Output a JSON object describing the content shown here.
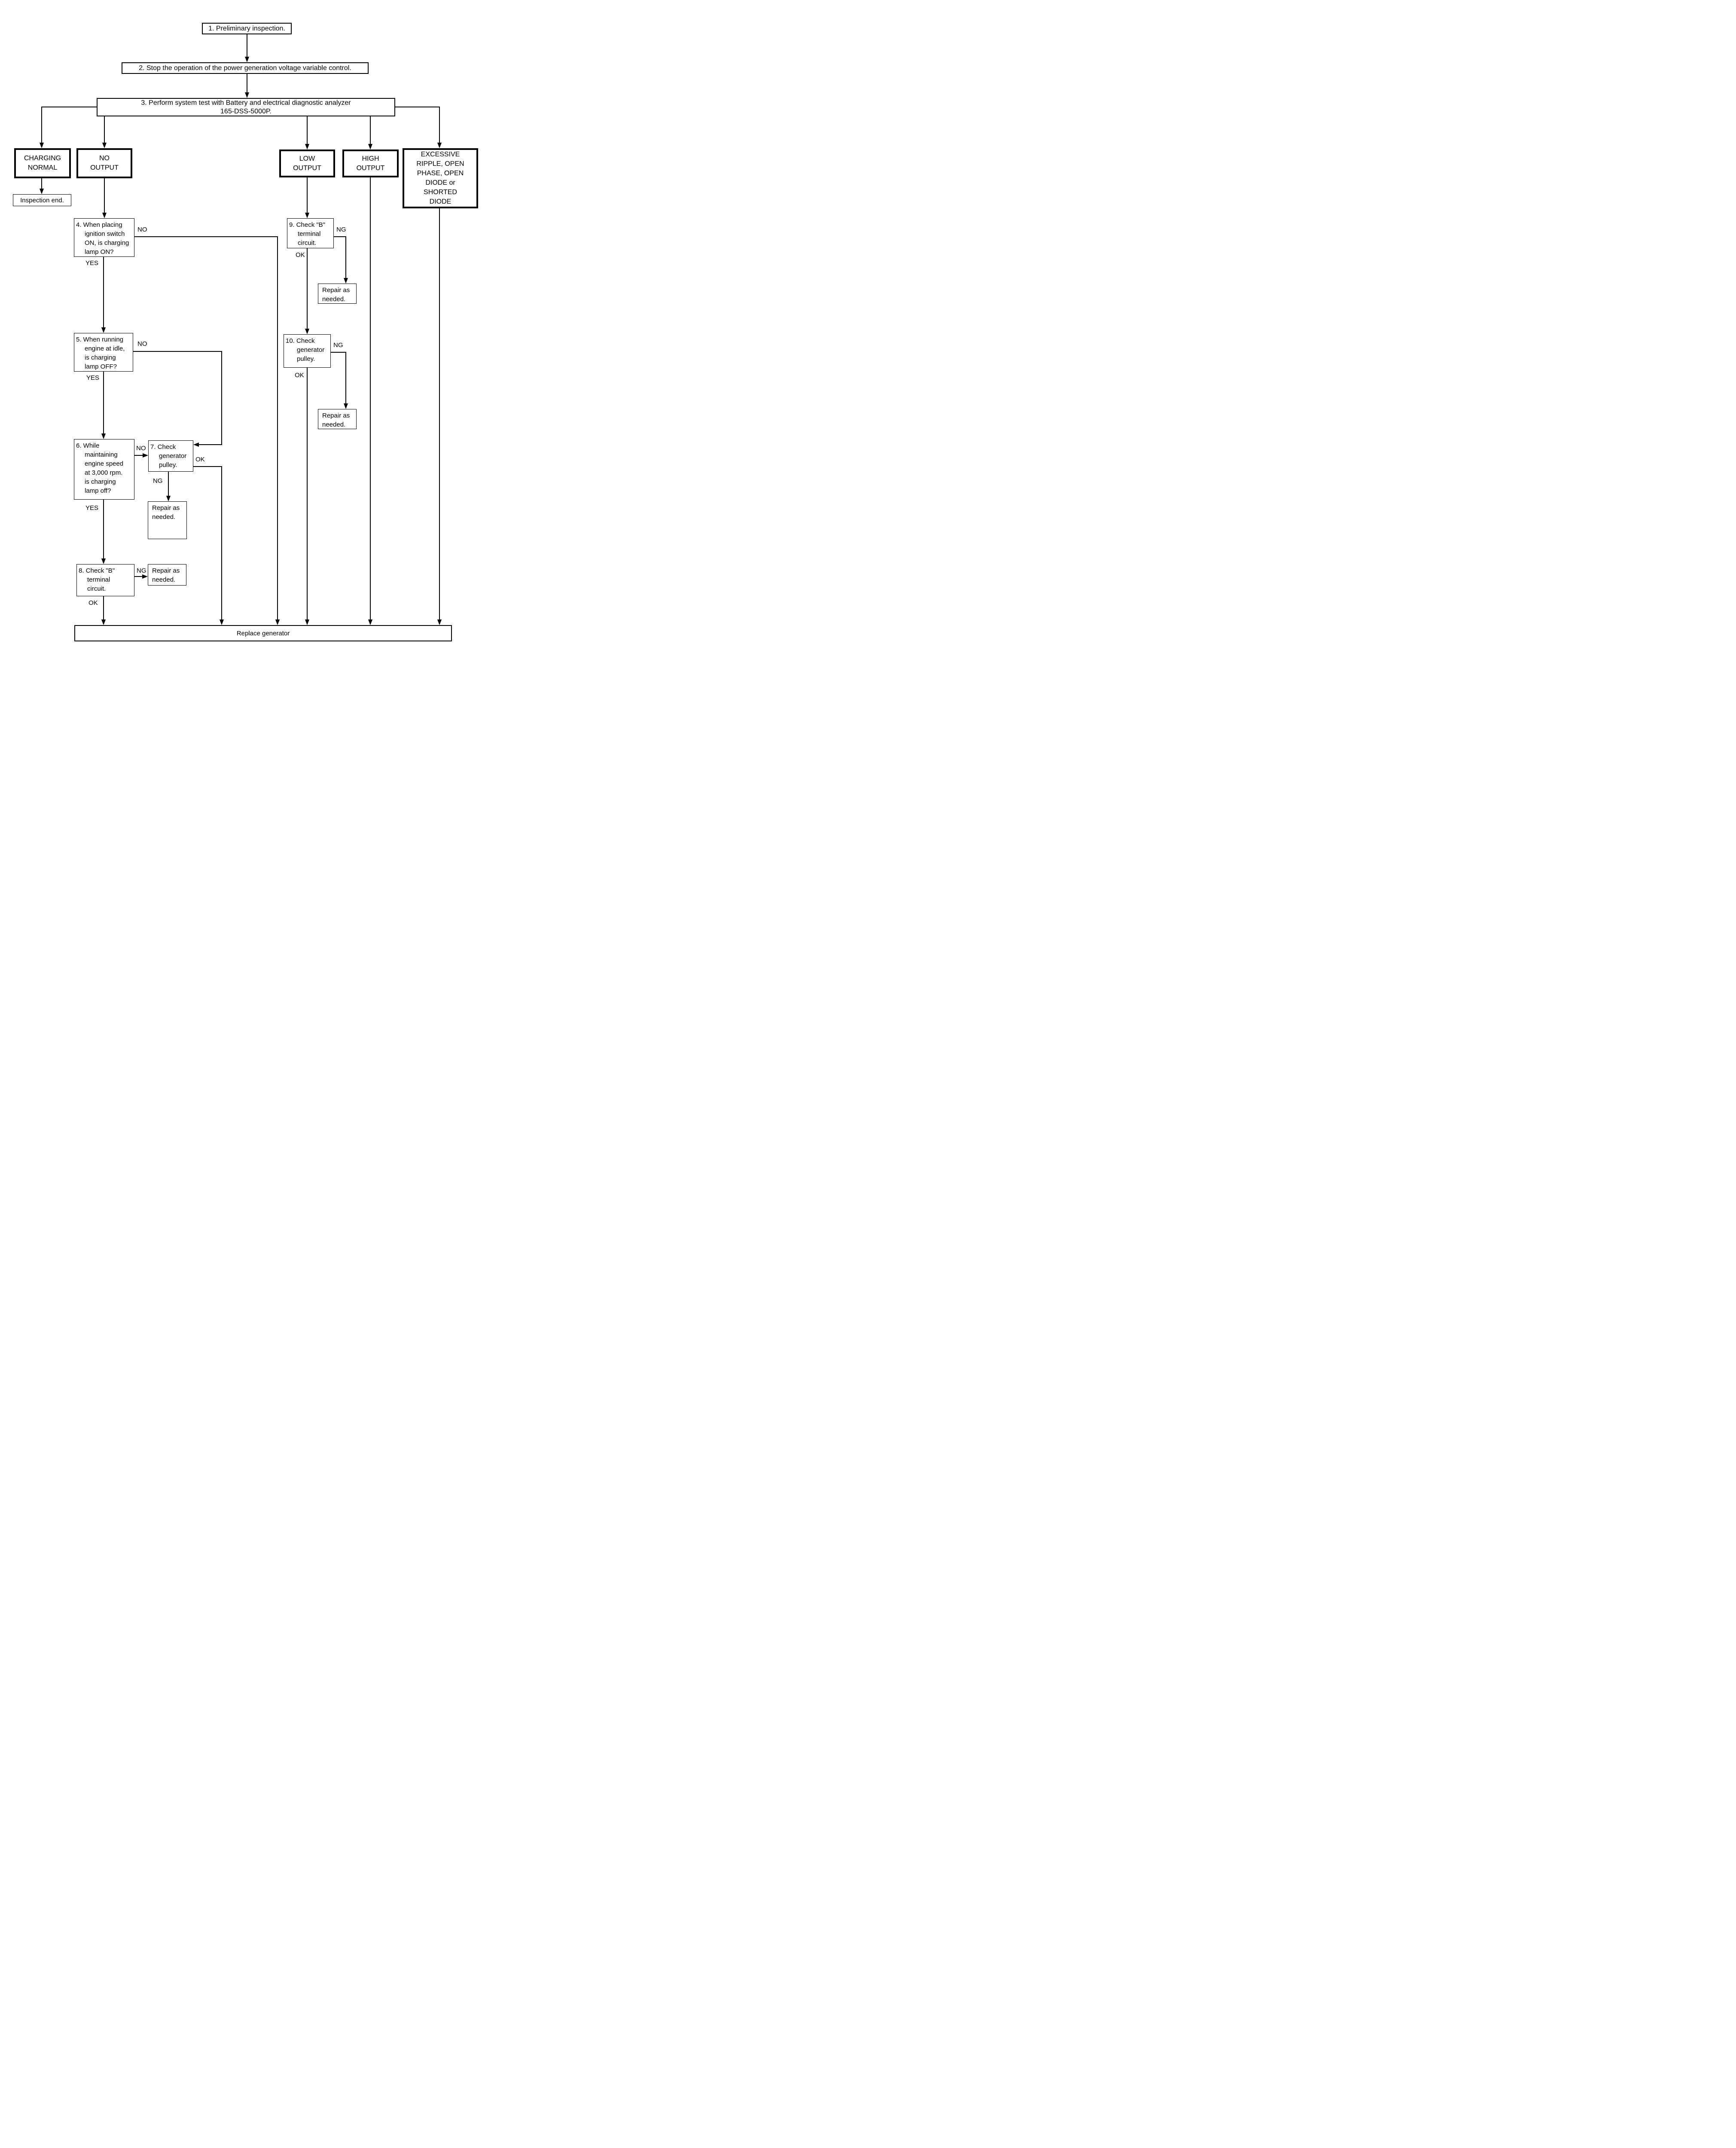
{
  "flow": {
    "steps": {
      "s1": "1. Preliminary inspection.",
      "s2": "2. Stop the operation of the power generation voltage variable control.",
      "s3": "3. Perform system test with Battery and electrical diagnostic analyzer\n165-DSS-5000P.",
      "s4": "4. When placing\nignition switch\nON, is charging\nlamp ON?",
      "s5": "5. When running\nengine at idle,\nis charging\nlamp OFF?",
      "s6": "6. While\nmaintaining\nengine speed\nat 3,000 rpm.\nis charging\nlamp off?",
      "s7": "7. Check\ngenerator\npulley.",
      "s8": "8. Check \"B\"\nterminal\ncircuit.",
      "s9": "9. Check \"B\"\nterminal\ncircuit.",
      "s10": "10. Check\ngenerator\npulley."
    },
    "outcomes": {
      "charging_normal": "CHARGING\nNORMAL",
      "no_output": "NO\nOUTPUT",
      "low_output": "LOW\nOUTPUT",
      "high_output": "HIGH\nOUTPUT",
      "excessive_ripple": "EXCESSIVE\nRIPPLE, OPEN\nPHASE, OPEN\nDIODE or\nSHORTED\nDIODE",
      "inspection_end": "Inspection end.",
      "repair_as_needed": "Repair as\nneeded.",
      "replace_generator": "Replace generator"
    },
    "branch_labels": {
      "yes": "YES",
      "no": "NO",
      "ok": "OK",
      "ng": "NG"
    },
    "colors": {
      "line": "#000000",
      "background": "#ffffff",
      "text": "#000000"
    }
  }
}
